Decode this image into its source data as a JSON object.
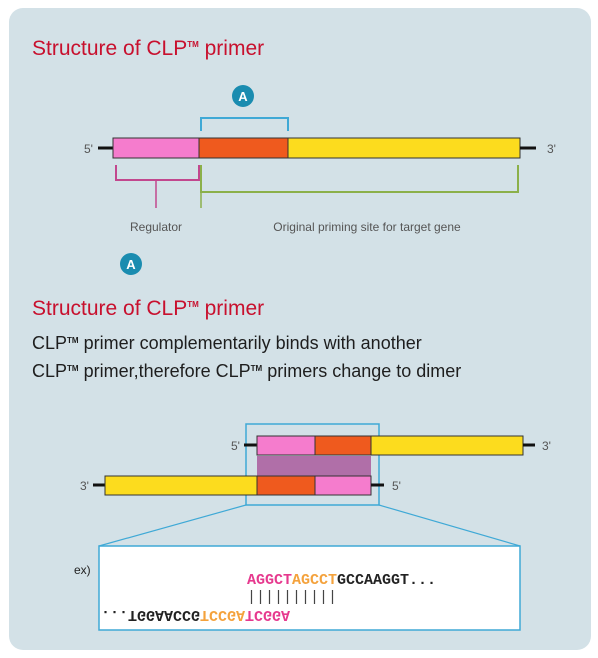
{
  "section1": {
    "title": "Structure of CLP",
    "title_tm": "TM",
    "title_suffix": " primer",
    "prime5": "5'",
    "prime3": "3'",
    "badge_top": "A",
    "regulator_label": "Regulator",
    "priming_label": "Original priming site for target gene",
    "badge_bottom": "A"
  },
  "section2": {
    "title": "Structure of CLP",
    "title_tm": "TM",
    "title_suffix": " primer",
    "line1_a": "CLP",
    "line1_tm": "TM",
    "line1_b": " primer complementarily binds with another",
    "line2_a": "CLP",
    "line2_tm": "TM",
    "line2_b": " primer,therefore CLP",
    "line2_tm2": "TM",
    "line2_c": " primers change to dimer",
    "top5": "5'",
    "top3": "3'",
    "bot3": "3'",
    "bot5": "5'",
    "example_label": "ex)",
    "seq_top_pink": "AGGCT",
    "seq_top_orange": "AGCCT",
    "seq_top_black": "GCCAAGGT...",
    "pairing": "||||||||||",
    "seq_bottom_black": "...TGGAACCG",
    "seq_bottom_orange": "TCCGA",
    "seq_bottom_pink": "TCGGA"
  },
  "colors": {
    "title_red": "#c8102e",
    "pink": "#f57ccd",
    "orange": "#ef5a1e",
    "yellow": "#fcdc1e",
    "blue_line": "#3fa9d6",
    "teal_badge": "#1a8cb0",
    "green_bracket": "#8bb04a",
    "magenta_bracket": "#c2478e",
    "overlap_purple": "#b06fa8"
  }
}
